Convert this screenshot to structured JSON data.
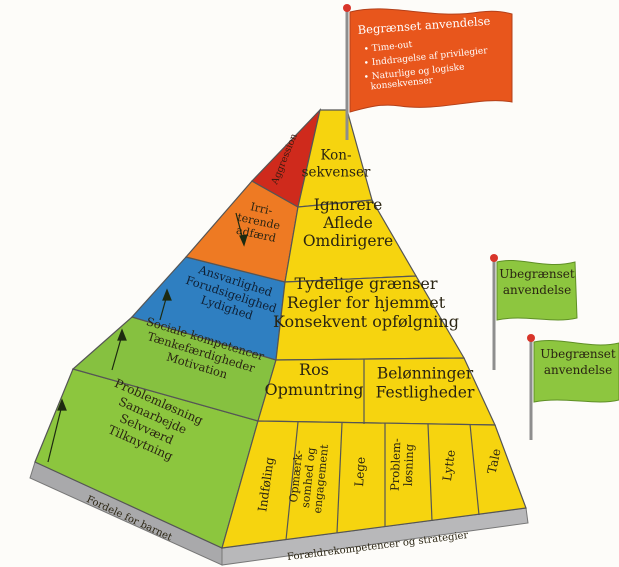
{
  "pyramid": {
    "base_label_left": "Fordele for barnet",
    "base_label_right": "Forældrekompetencer og strategier",
    "front": {
      "level1": "Kon-\nsekvenser",
      "level2": "Ignorere\nAflede\nOmdirigere",
      "level3": "Tydelige grænser\nRegler for hjemmet\nKonsekvent opfølgning",
      "level4_left": "Ros\nOpmuntring",
      "level4_right": "Belønninger\nFestligheder",
      "bottom_cells": [
        "Indføling",
        "Opmærk-\nsomhed og\nengagement",
        "Lege",
        "Problem-\nløsning",
        "Lytte",
        "Tale"
      ]
    },
    "side": {
      "red": "Aggression",
      "orange": "Irri-\nterende\nadfærd",
      "blue": "Ansvarlighed\nForudsigelighed\nLydighed",
      "green_mid": "Sociale kompetencer\nTænkefærdigheder\nMotivation",
      "green_bottom": "Problemløsning\nSamarbejde\nSelvværd\nTilknytning"
    }
  },
  "flags": {
    "red": {
      "title": "Begrænset anvendelse",
      "items": [
        "Time-out",
        "Inddragelse af privilegier",
        "Naturlige og logiske\nkonsekvenser"
      ]
    },
    "green1": "Ubegrænset\nanvendelse",
    "green2": "Ubegrænset\nanvendelse"
  },
  "colors": {
    "yellow": "#f6d40f",
    "green": "#8cc63e",
    "blue": "#2f7fc1",
    "orange": "#ee7a23",
    "red": "#cf2a1c",
    "flag_red": "#e8561c",
    "flag_green": "#8dc63f",
    "base": "#aeaeb0"
  }
}
